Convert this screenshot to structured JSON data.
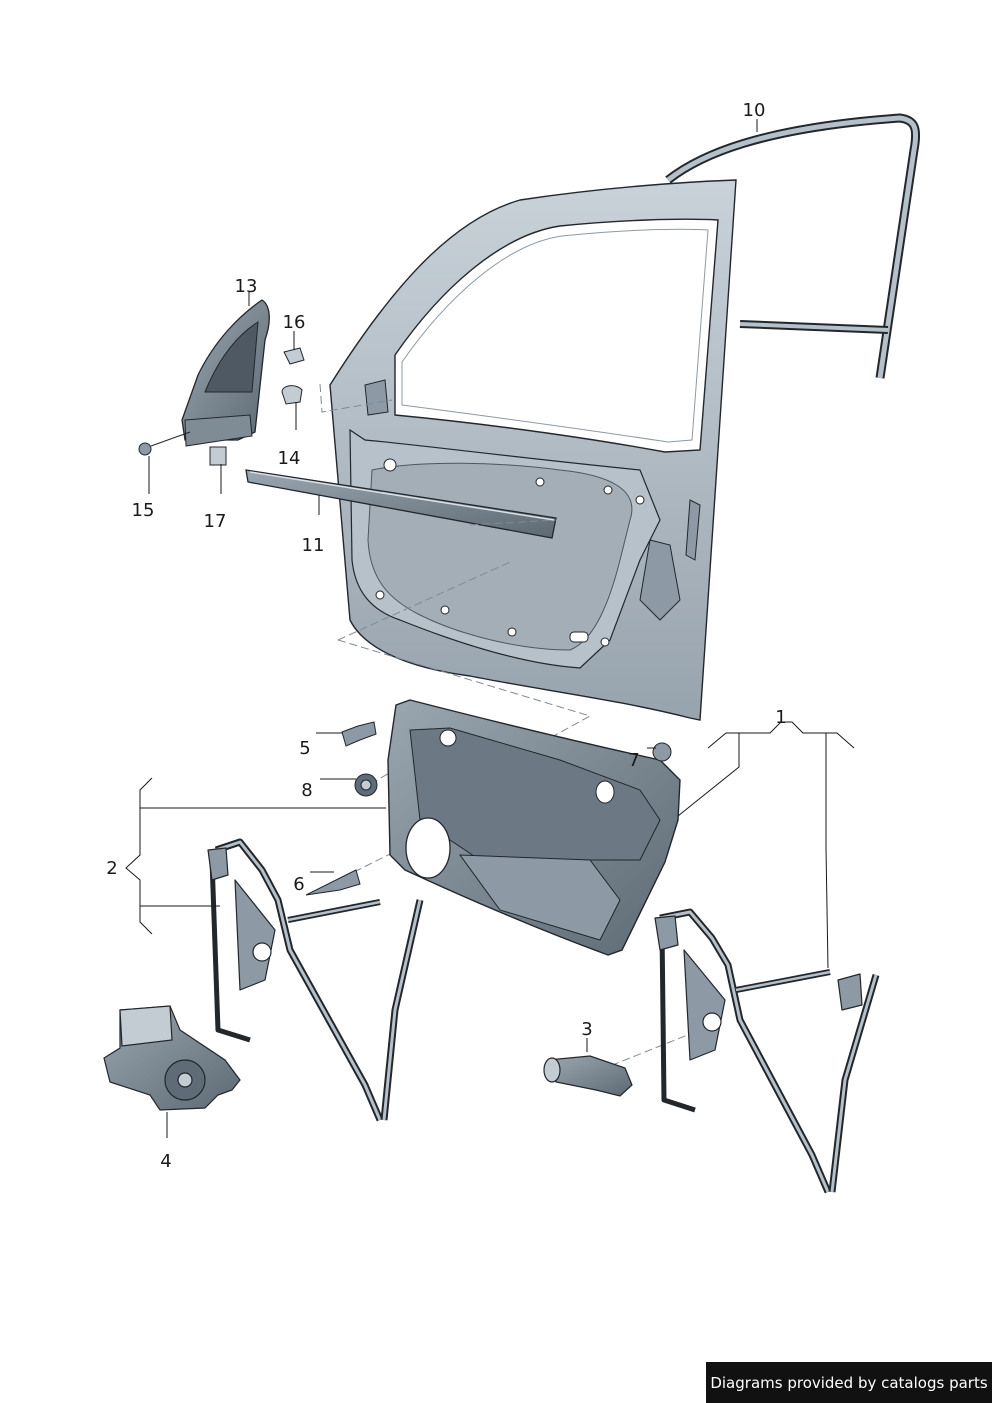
{
  "diagram": {
    "callouts": [
      "1",
      "2",
      "3",
      "4",
      "5",
      "6",
      "7",
      "8",
      "10",
      "11",
      "13",
      "14",
      "15",
      "16",
      "17"
    ]
  },
  "footer": {
    "credit": "Diagrams provided by catalogs parts"
  },
  "colors": {
    "part_fill": "#c3ccd3",
    "part_dark": "#5f6b76",
    "part_shadow": "#8d99a4",
    "outline": "#22272c",
    "leader": "#1a1a1a",
    "dashed": "#7f8a94",
    "credit_bg": "#111111"
  }
}
